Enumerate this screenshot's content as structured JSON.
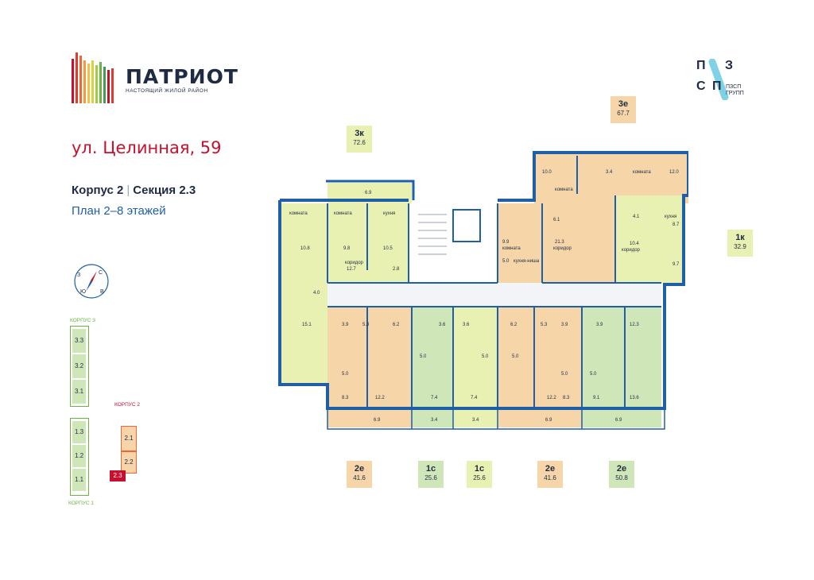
{
  "brand": {
    "name": "ПАТРИОТ",
    "subtitle": "НАСТОЯЩИЙ ЖИЛОЙ РАЙОН"
  },
  "developer": {
    "mark_letters": [
      "П",
      "З",
      "С",
      "П"
    ],
    "name_line1": "ПЗСП",
    "name_line2": "ГРУПП"
  },
  "address": "ул. Целинная, 59",
  "building": {
    "korpus": "Корпус 2",
    "section": "Секция 2.3",
    "floors": "План 2–8 этажей"
  },
  "compass": {
    "n": "С",
    "s": "Ю",
    "w": "З",
    "e": "В"
  },
  "apartments": [
    {
      "id": "3k",
      "type": "3к",
      "area": "72.6",
      "color": "#e9f1b2"
    },
    {
      "id": "3e",
      "type": "3е",
      "area": "67.7",
      "color": "#f6d6a8"
    },
    {
      "id": "1k",
      "type": "1к",
      "area": "32.9",
      "color": "#e9f1b2"
    },
    {
      "id": "2e-a",
      "type": "2е",
      "area": "41.6",
      "color": "#f6d6a8"
    },
    {
      "id": "1c-a",
      "type": "1с",
      "area": "25.6",
      "color": "#cfe7b8"
    },
    {
      "id": "1c-b",
      "type": "1с",
      "area": "25.6",
      "color": "#e9f1b2"
    },
    {
      "id": "2e-b",
      "type": "2е",
      "area": "41.6",
      "color": "#f6d6a8"
    },
    {
      "id": "2e-c",
      "type": "2е",
      "area": "50.8",
      "color": "#cfe7b8"
    }
  ],
  "plan_labels": {
    "room": "комната",
    "kitchen": "кухня",
    "corridor": "коридор",
    "kitchen_niche": "кухня-ниша",
    "r3k_balcony": "6.9",
    "r3k_room1": "10.8",
    "r3k_room2": "9.8",
    "r3k_kitchen": "10.5",
    "r3k_corr": "12.7",
    "r3k_bath": "2.8",
    "r3k_wc": "4.0",
    "r3k_room3": "15.1",
    "r3e_room1": "10.0",
    "r3e_bath": "3.4",
    "r3e_room2": "12.0",
    "r3e_bath2": "6.1",
    "r3e_corr": "21.3",
    "r3e_niche": "9.9",
    "r3e_niche2": "5.0",
    "r1k_bath": "4.1",
    "r1k_kitchen": "8.7",
    "r1k_corr": "10.4",
    "r1k_room": "9.7",
    "b_3_9a": "3.9",
    "b_5_3a": "5.3",
    "b_6_2a": "6.2",
    "b_3_6a": "3.6",
    "b_3_6b": "3.6",
    "b_6_2b": "6.2",
    "b_5_3b": "5.3",
    "b_3_9b": "3.9",
    "b_3_9c": "3.9",
    "b_12_3": "12.3",
    "b_5_0a": "5.0",
    "b_5_0b": "5.0",
    "b_5_0c": "5.0",
    "b_5_0d": "5.0",
    "b_5_0e": "5.0",
    "b_5_0f": "5.0",
    "b_8_3a": "8.3",
    "b_12_2a": "12.2",
    "b_7_4a": "7.4",
    "b_7_4b": "7.4",
    "b_12_2b": "12.2",
    "b_8_3b": "8.3",
    "b_9_1": "9.1",
    "b_13_6": "13.6",
    "bal_6_9a": "6.9",
    "bal_3_4a": "3.4",
    "bal_3_4b": "3.4",
    "bal_6_9b": "6.9",
    "bal_6_9c": "6.9"
  },
  "site_plan": {
    "korpus3": "КОРПУС 3",
    "korpus2": "КОРПУС 2",
    "korpus1": "КОРПУС 1",
    "sections": [
      "3.3",
      "3.2",
      "3.1",
      "1.3",
      "1.2",
      "1.1",
      "2.1",
      "2.2",
      "2.3"
    ]
  },
  "colors": {
    "orange": "#f6d6a8",
    "green": "#cfe7b8",
    "lime": "#e9f1b2",
    "wall": "#1f5fa8",
    "accent_red": "#c8102e",
    "dark": "#1f2a44"
  }
}
